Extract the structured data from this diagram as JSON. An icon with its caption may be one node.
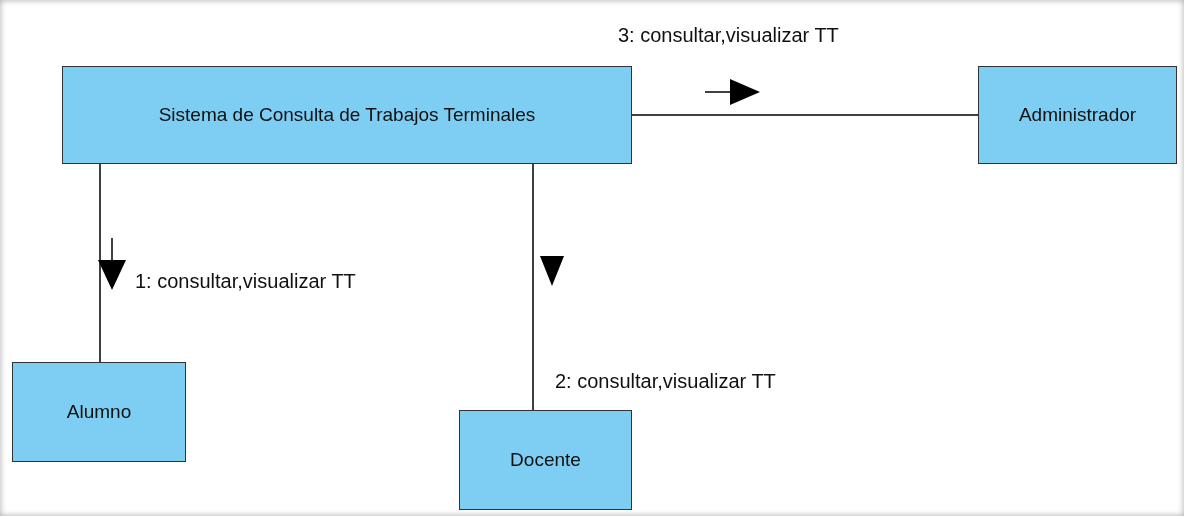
{
  "diagram": {
    "nodes": [
      {
        "text": [
          "Sistema de Consulta de Trabajos Terminales"
        ]
      },
      {
        "text": [
          "Administrador"
        ]
      },
      {
        "text": [
          "Alumno"
        ]
      },
      {
        "text": [
          "Docente"
        ]
      }
    ],
    "edges": [
      {
        "from": 0,
        "to": 2,
        "arrow": "none",
        "label": "1: consultar,visualizar TT"
      },
      {
        "from": 0,
        "to": 3,
        "arrow": "none",
        "label": "2: consultar,visualizar TT"
      },
      {
        "from": 0,
        "to": 1,
        "arrow": "none",
        "label": "3: consultar,visualizar TT"
      }
    ]
  }
}
